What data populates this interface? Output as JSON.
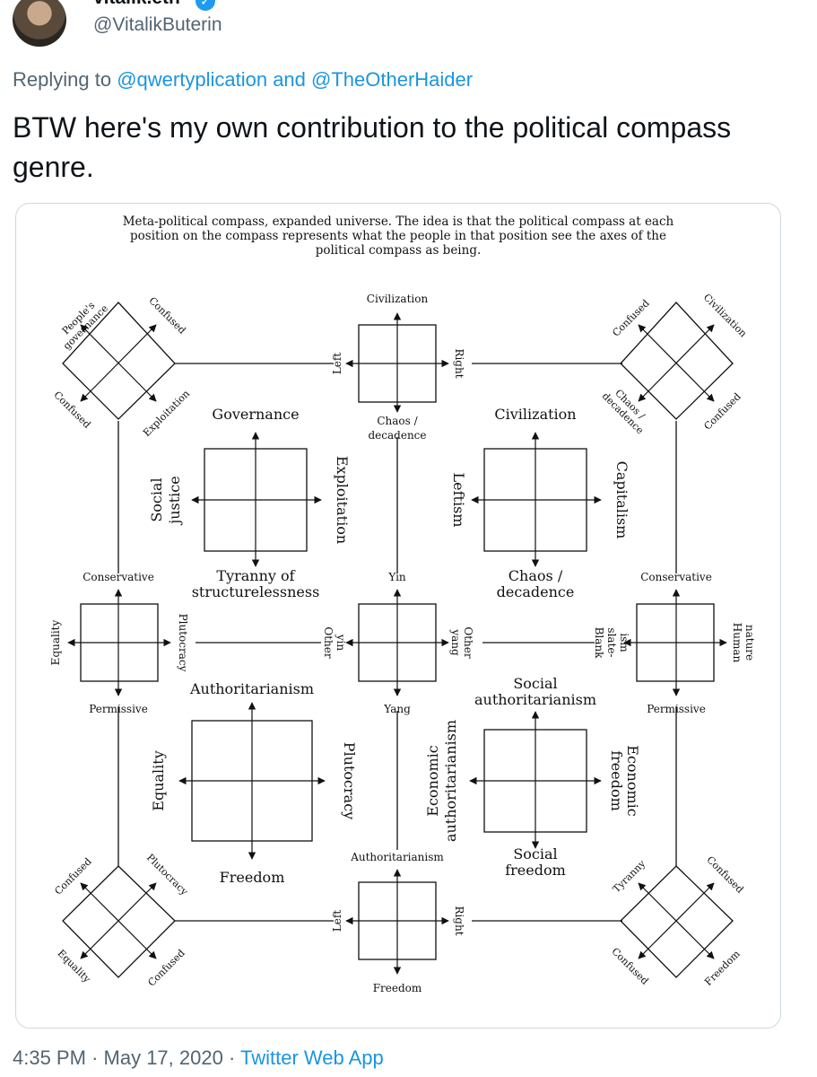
{
  "header": {
    "display_name": "vitalik.eth",
    "handle": "@VitalikButerin"
  },
  "reply": {
    "prefix": "Replying to",
    "user1": "@qwertyplication",
    "joiner": "and",
    "user2": "@TheOtherHaider"
  },
  "tweet": {
    "text": "BTW here's my own contribution to the political compass genre."
  },
  "footer": {
    "time": "4:35 PM",
    "sep": "·",
    "date": "May 17, 2020",
    "app": "Twitter Web App"
  },
  "diagram": {
    "caption": [
      "Meta-political compass, expanded universe. The idea is that the political compass at each",
      "position on the compass represents what the people in that position see the axes of the",
      "political compass as being."
    ],
    "top_center": {
      "top": "Civilization",
      "left": "Left",
      "right": "Right",
      "bottom1": "Chaos /",
      "bottom2": "decadence"
    },
    "tl_diamond": {
      "upleft1": "People's",
      "upleft2": "governance",
      "upright": "Confused",
      "downleft": "Confused",
      "downright": "Exploitation"
    },
    "tr_diamond": {
      "upleft": "Confused",
      "upright": "Civilization",
      "downleft1": "Chaos /",
      "downleft2": "decadence",
      "downright": "Confused"
    },
    "tl_big": {
      "top": "Governance",
      "left1": "Social",
      "left2": "justice",
      "right": "Exploitation",
      "bottom1": "Tyranny of",
      "bottom2": "structurelessness"
    },
    "tr_big": {
      "top": "Civilization",
      "left": "Leftism",
      "right": "Capitalism",
      "bottom1": "Chaos /",
      "bottom2": "decadence"
    },
    "ml_box": {
      "top": "Conservative",
      "left": "Equality",
      "right": "Plutocracy",
      "bottom": "Permissive"
    },
    "center_box": {
      "top": "Yin",
      "left1": "Other",
      "left2": "yin",
      "right1": "Other",
      "right2": "yang",
      "bottom": "Yang"
    },
    "mr_box": {
      "top": "Conservative",
      "left1": "Blank",
      "left2": "slate-",
      "left3": "ism",
      "right1": "Human",
      "right2": "nature",
      "bottom": "Permissive"
    },
    "bl_big": {
      "top": "Authoritarianism",
      "left": "Equality",
      "right": "Plutocracy",
      "bottom": "Freedom"
    },
    "br_big": {
      "top1": "Social",
      "top2": "authoritarianism",
      "left1": "Economic",
      "left2": "authoritarianism",
      "right1": "Economic",
      "right2": "freedom",
      "bottom1": "Social",
      "bottom2": "freedom"
    },
    "bottom_center": {
      "top": "Authoritarianism",
      "left": "Left",
      "right": "Right",
      "bottom": "Freedom"
    },
    "bl_diamond": {
      "upleft": "Confused",
      "upright": "Plutocracy",
      "downleft": "Equality",
      "downright": "Confused"
    },
    "br_diamond": {
      "upleft": "Tyranny",
      "upright": "Confused",
      "downleft": "Confused",
      "downright": "Freedom"
    }
  }
}
